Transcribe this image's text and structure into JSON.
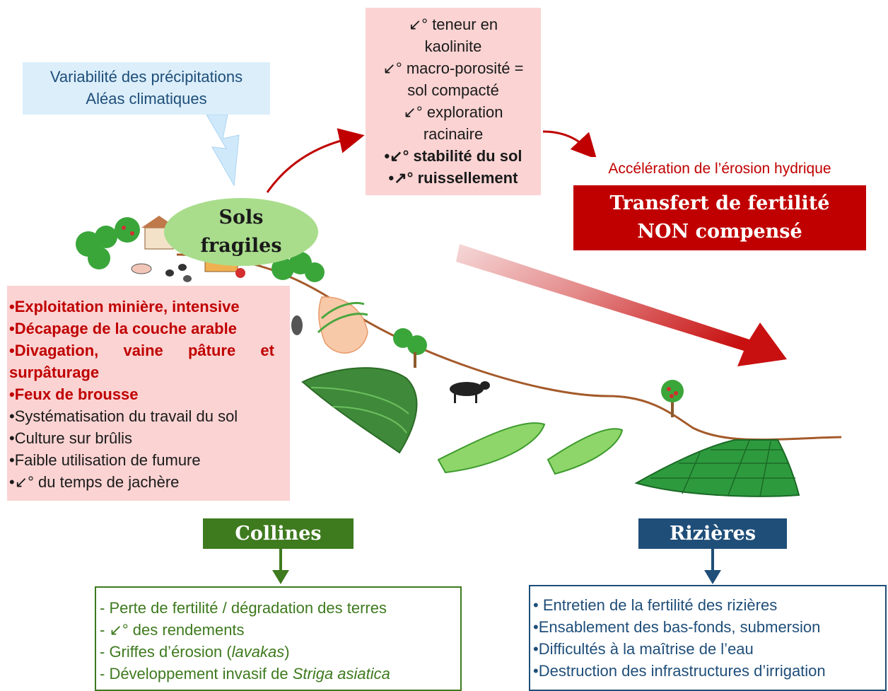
{
  "climate": {
    "line1": "Variabilité des précipitations",
    "line2": "Aléas climatiques"
  },
  "soil_effects": [
    {
      "text": "↙° teneur en",
      "bold": false
    },
    {
      "text": "kaolinite",
      "bold": false
    },
    {
      "text": "↙° macro-porosité =",
      "bold": false
    },
    {
      "text": "sol compacté",
      "bold": false
    },
    {
      "text": "↙° exploration",
      "bold": false
    },
    {
      "text": "racinaire",
      "bold": false
    },
    {
      "text": "•↙° stabilité du sol",
      "bold": true
    },
    {
      "text": "•↗° ruissellement",
      "bold": true
    }
  ],
  "erosion": {
    "title": "Accélération de l’érosion hydrique",
    "transfer_line1": "Transfert de fertilité",
    "transfer_line2": "NON compensé"
  },
  "fragile_soils": {
    "line1": "Sols",
    "line2": "fragiles"
  },
  "pressures": [
    {
      "text": "•Exploitation minière, intensive",
      "style": "red"
    },
    {
      "text": "•Décapage de la couche arable",
      "style": "red"
    },
    {
      "text": "•Divagation,  vaine  pâture  et",
      "style": "red-justify"
    },
    {
      "text": "surpâturage",
      "style": "red"
    },
    {
      "text": "•Feux de brousse",
      "style": "red"
    },
    {
      "text": "•Systématisation du travail du sol",
      "style": "black"
    },
    {
      "text": "•Culture sur brûlis",
      "style": "black"
    },
    {
      "text": "•Faible utilisation de fumure",
      "style": "black"
    },
    {
      "text": "•↙° du temps de jachère",
      "style": "black"
    }
  ],
  "collines": {
    "label": "Collines",
    "impacts": [
      {
        "pre": "- Perte de fertilité / dégradation des terres",
        "italic": "",
        "post": ""
      },
      {
        "pre": "- ↙° des rendements",
        "italic": "",
        "post": ""
      },
      {
        "pre": "- Griffes d’érosion (",
        "italic": "lavakas",
        "post": ")"
      },
      {
        "pre": "- Développement invasif de ",
        "italic": "Striga asiatica",
        "post": ""
      }
    ]
  },
  "rizieres": {
    "label": "Rizières",
    "impacts": [
      "• Entretien de la fertilité des rizières",
      "•Ensablement des bas-fonds, submersion",
      "•Difficultés à la maîtrise de l’eau",
      "•Destruction des infrastructures d’irrigation"
    ]
  },
  "colors": {
    "red": "#c00000",
    "pink_box": "#fbd3d3",
    "blue_box": "#dbeefa",
    "navy": "#1f4e79",
    "forest_green": "#3e7a1e",
    "ellipse_green": "#a9dd8c",
    "field_green": "#3daa3d"
  }
}
